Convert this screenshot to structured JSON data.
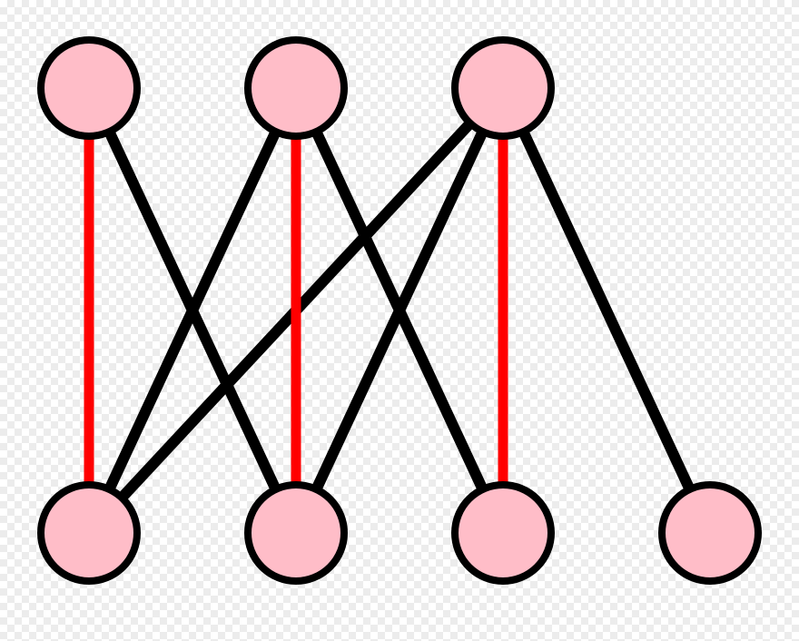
{
  "graph": {
    "type": "bipartite-graph",
    "colors": {
      "node_fill": "#ffbdc8",
      "node_stroke": "#000000",
      "edge_default": "#000000",
      "edge_matched": "#ff0000"
    },
    "top_nodes": [
      "u1",
      "u2",
      "u3"
    ],
    "bottom_nodes": [
      "v1",
      "v2",
      "v3",
      "v4"
    ],
    "edges": [
      {
        "from": "u1",
        "to": "v1",
        "matched": true
      },
      {
        "from": "u1",
        "to": "v2",
        "matched": false
      },
      {
        "from": "u2",
        "to": "v1",
        "matched": false
      },
      {
        "from": "u2",
        "to": "v2",
        "matched": true
      },
      {
        "from": "u2",
        "to": "v3",
        "matched": false
      },
      {
        "from": "u3",
        "to": "v1",
        "matched": false
      },
      {
        "from": "u3",
        "to": "v2",
        "matched": false
      },
      {
        "from": "u3",
        "to": "v3",
        "matched": true
      },
      {
        "from": "u3",
        "to": "v4",
        "matched": false
      }
    ]
  }
}
